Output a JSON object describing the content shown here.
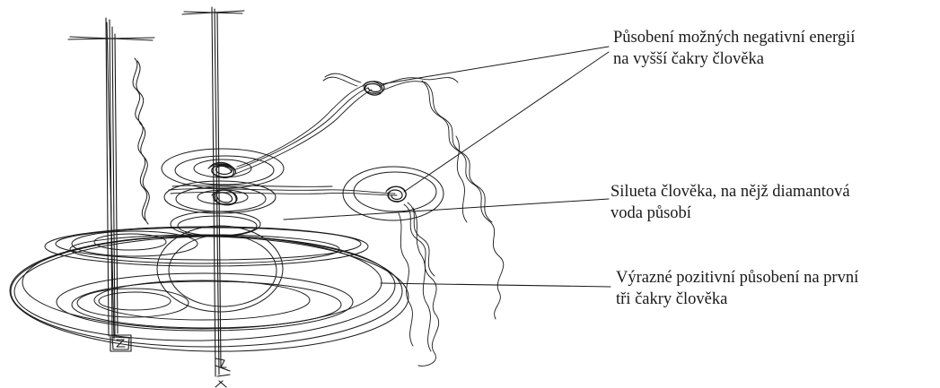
{
  "labels": {
    "top": {
      "line1": "Působení možných negativní energií",
      "line2": "na vyšší čakry člověka"
    },
    "middle": {
      "line1": "Silueta člověka, na nějž diamantová",
      "line2": "voda působí"
    },
    "bottom": {
      "line1": "Výrazné pozitivní působení na první",
      "line2": "tři čakry člověka"
    }
  },
  "colors": {
    "ink": "#1a1a1a",
    "background": "#ffffff"
  }
}
